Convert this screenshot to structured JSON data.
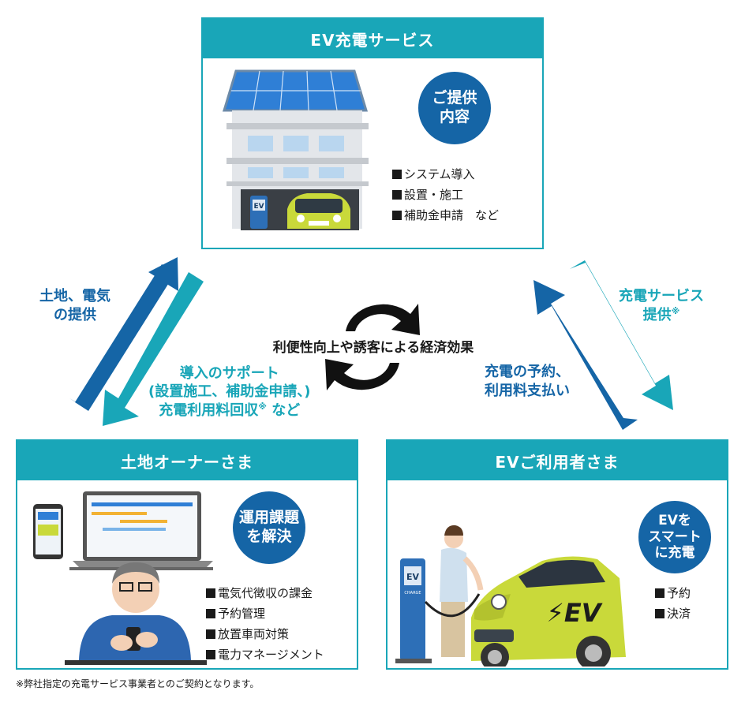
{
  "top_box": {
    "title": "EV充電サービス",
    "badge": [
      "ご提供",
      "内容"
    ],
    "items": [
      "システム導入",
      "設置・施工",
      "補助金申請　など"
    ]
  },
  "left_box": {
    "title": "土地オーナーさま",
    "badge": [
      "運用課題",
      "を解決"
    ],
    "items": [
      "電気代徴収の課金",
      "予約管理",
      "放置車両対策",
      "電力マネージメント"
    ]
  },
  "right_box": {
    "title": "EVご利用者さま",
    "badge": [
      "EVを",
      "スマート",
      "に充電"
    ],
    "items": [
      "予約",
      "決済"
    ]
  },
  "arrows": {
    "left_up": [
      "土地、電気",
      "の提供"
    ],
    "left_down_title": "導入のサポート",
    "left_down_line1": "設置施工、補助金申請、",
    "left_down_line2": "充電利用料回収",
    "left_down_mark": "※",
    "left_down_tail": " など",
    "right_down": [
      "充電サービス",
      "提供"
    ],
    "right_down_mark": "※",
    "right_up": [
      "充電の予約、",
      "利用料支払い"
    ]
  },
  "center": "利便性向上や誘客による経済効果",
  "illustrations": {
    "ev_station_label": "EV",
    "ev_station_sub": "CHARGE",
    "car_label": "EV",
    "car_mark": "⚡EV"
  },
  "footnote": "※弊社指定の充電サービス事業者とのご契約となります。",
  "colors": {
    "teal": "#19a6b8",
    "blue": "#1565a6",
    "lime": "#c9d93a"
  }
}
